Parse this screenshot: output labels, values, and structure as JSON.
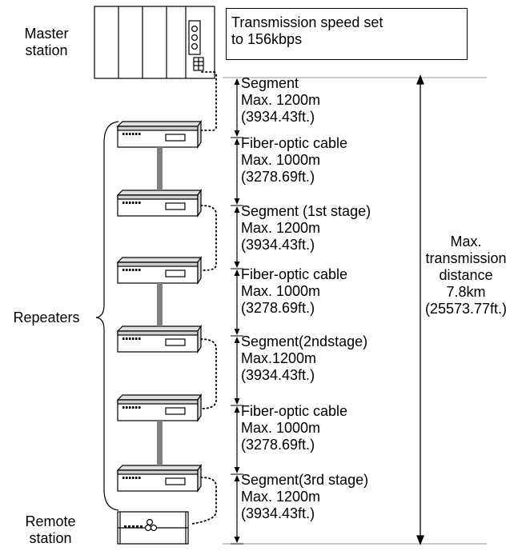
{
  "master_label": [
    "Master",
    "station"
  ],
  "speed_note": [
    "Transmission speed set",
    "to 156kbps"
  ],
  "repeaters_label": "Repeaters",
  "remote_label": [
    "Remote",
    "station"
  ],
  "sections": [
    {
      "lines": [
        "Segment",
        "Max. 1200m",
        "(3934.43ft.)"
      ]
    },
    {
      "lines": [
        "Fiber-optic cable",
        "Max. 1000m",
        "(3278.69ft.)"
      ]
    },
    {
      "lines": [
        "Segment (1st stage)",
        "Max. 1200m",
        "(3934.43ft.)"
      ]
    },
    {
      "lines": [
        "Fiber-optic cable",
        "Max. 1000m",
        "(3278.69ft.)"
      ]
    },
    {
      "lines": [
        "Segment(2ndstage)",
        "Max.1200m",
        "(3934.43ft.)"
      ]
    },
    {
      "lines": [
        "Fiber-optic cable",
        "Max. 1000m",
        "(3278.69ft.)"
      ]
    },
    {
      "lines": [
        "Segment(3rd stage)",
        "Max. 1200m",
        "(3934.43ft.)"
      ]
    }
  ],
  "total_label": [
    "Max.",
    "transmission",
    "distance",
    "",
    "7.8km",
    "(25573.77ft.)"
  ]
}
